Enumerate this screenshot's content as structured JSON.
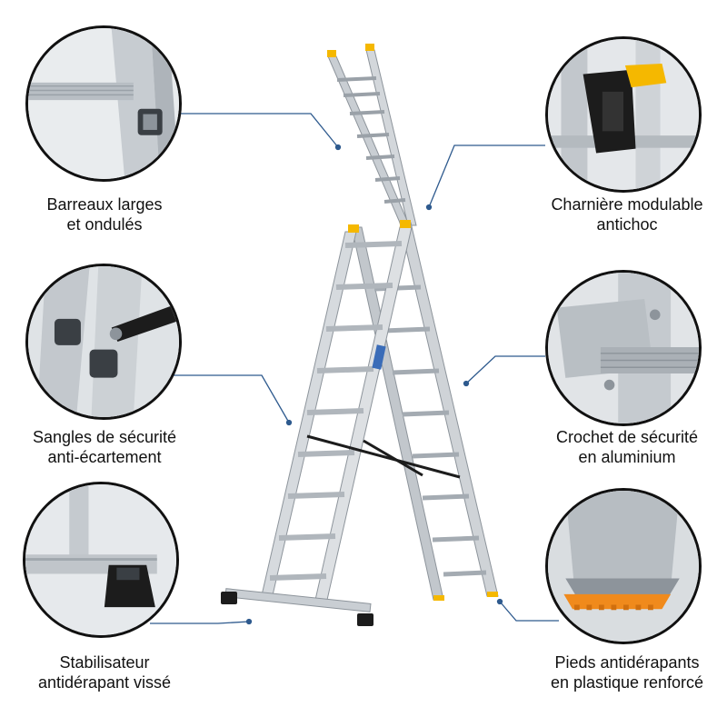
{
  "features": {
    "rungs": {
      "line1": "Barreaux larges",
      "line2": "et ondulés"
    },
    "hinge": {
      "line1": "Charnière modulable",
      "line2": "antichoc"
    },
    "straps": {
      "line1": "Sangles de sécurité",
      "line2": "anti-écartement"
    },
    "hook": {
      "line1": "Crochet de sécurité",
      "line2": "en aluminium"
    },
    "stabilizer": {
      "line1": "Stabilisateur",
      "line2": "antidérapant vissé"
    },
    "feet": {
      "line1": "Pieds antidérapants",
      "line2": "en plastique renforcé"
    }
  },
  "colors": {
    "leader": "#2e5a8e",
    "aluminium": "#c9ced3",
    "accent": "#f5b800",
    "orange_foot": "#f08a1c",
    "dark": "#1c1c1c"
  }
}
